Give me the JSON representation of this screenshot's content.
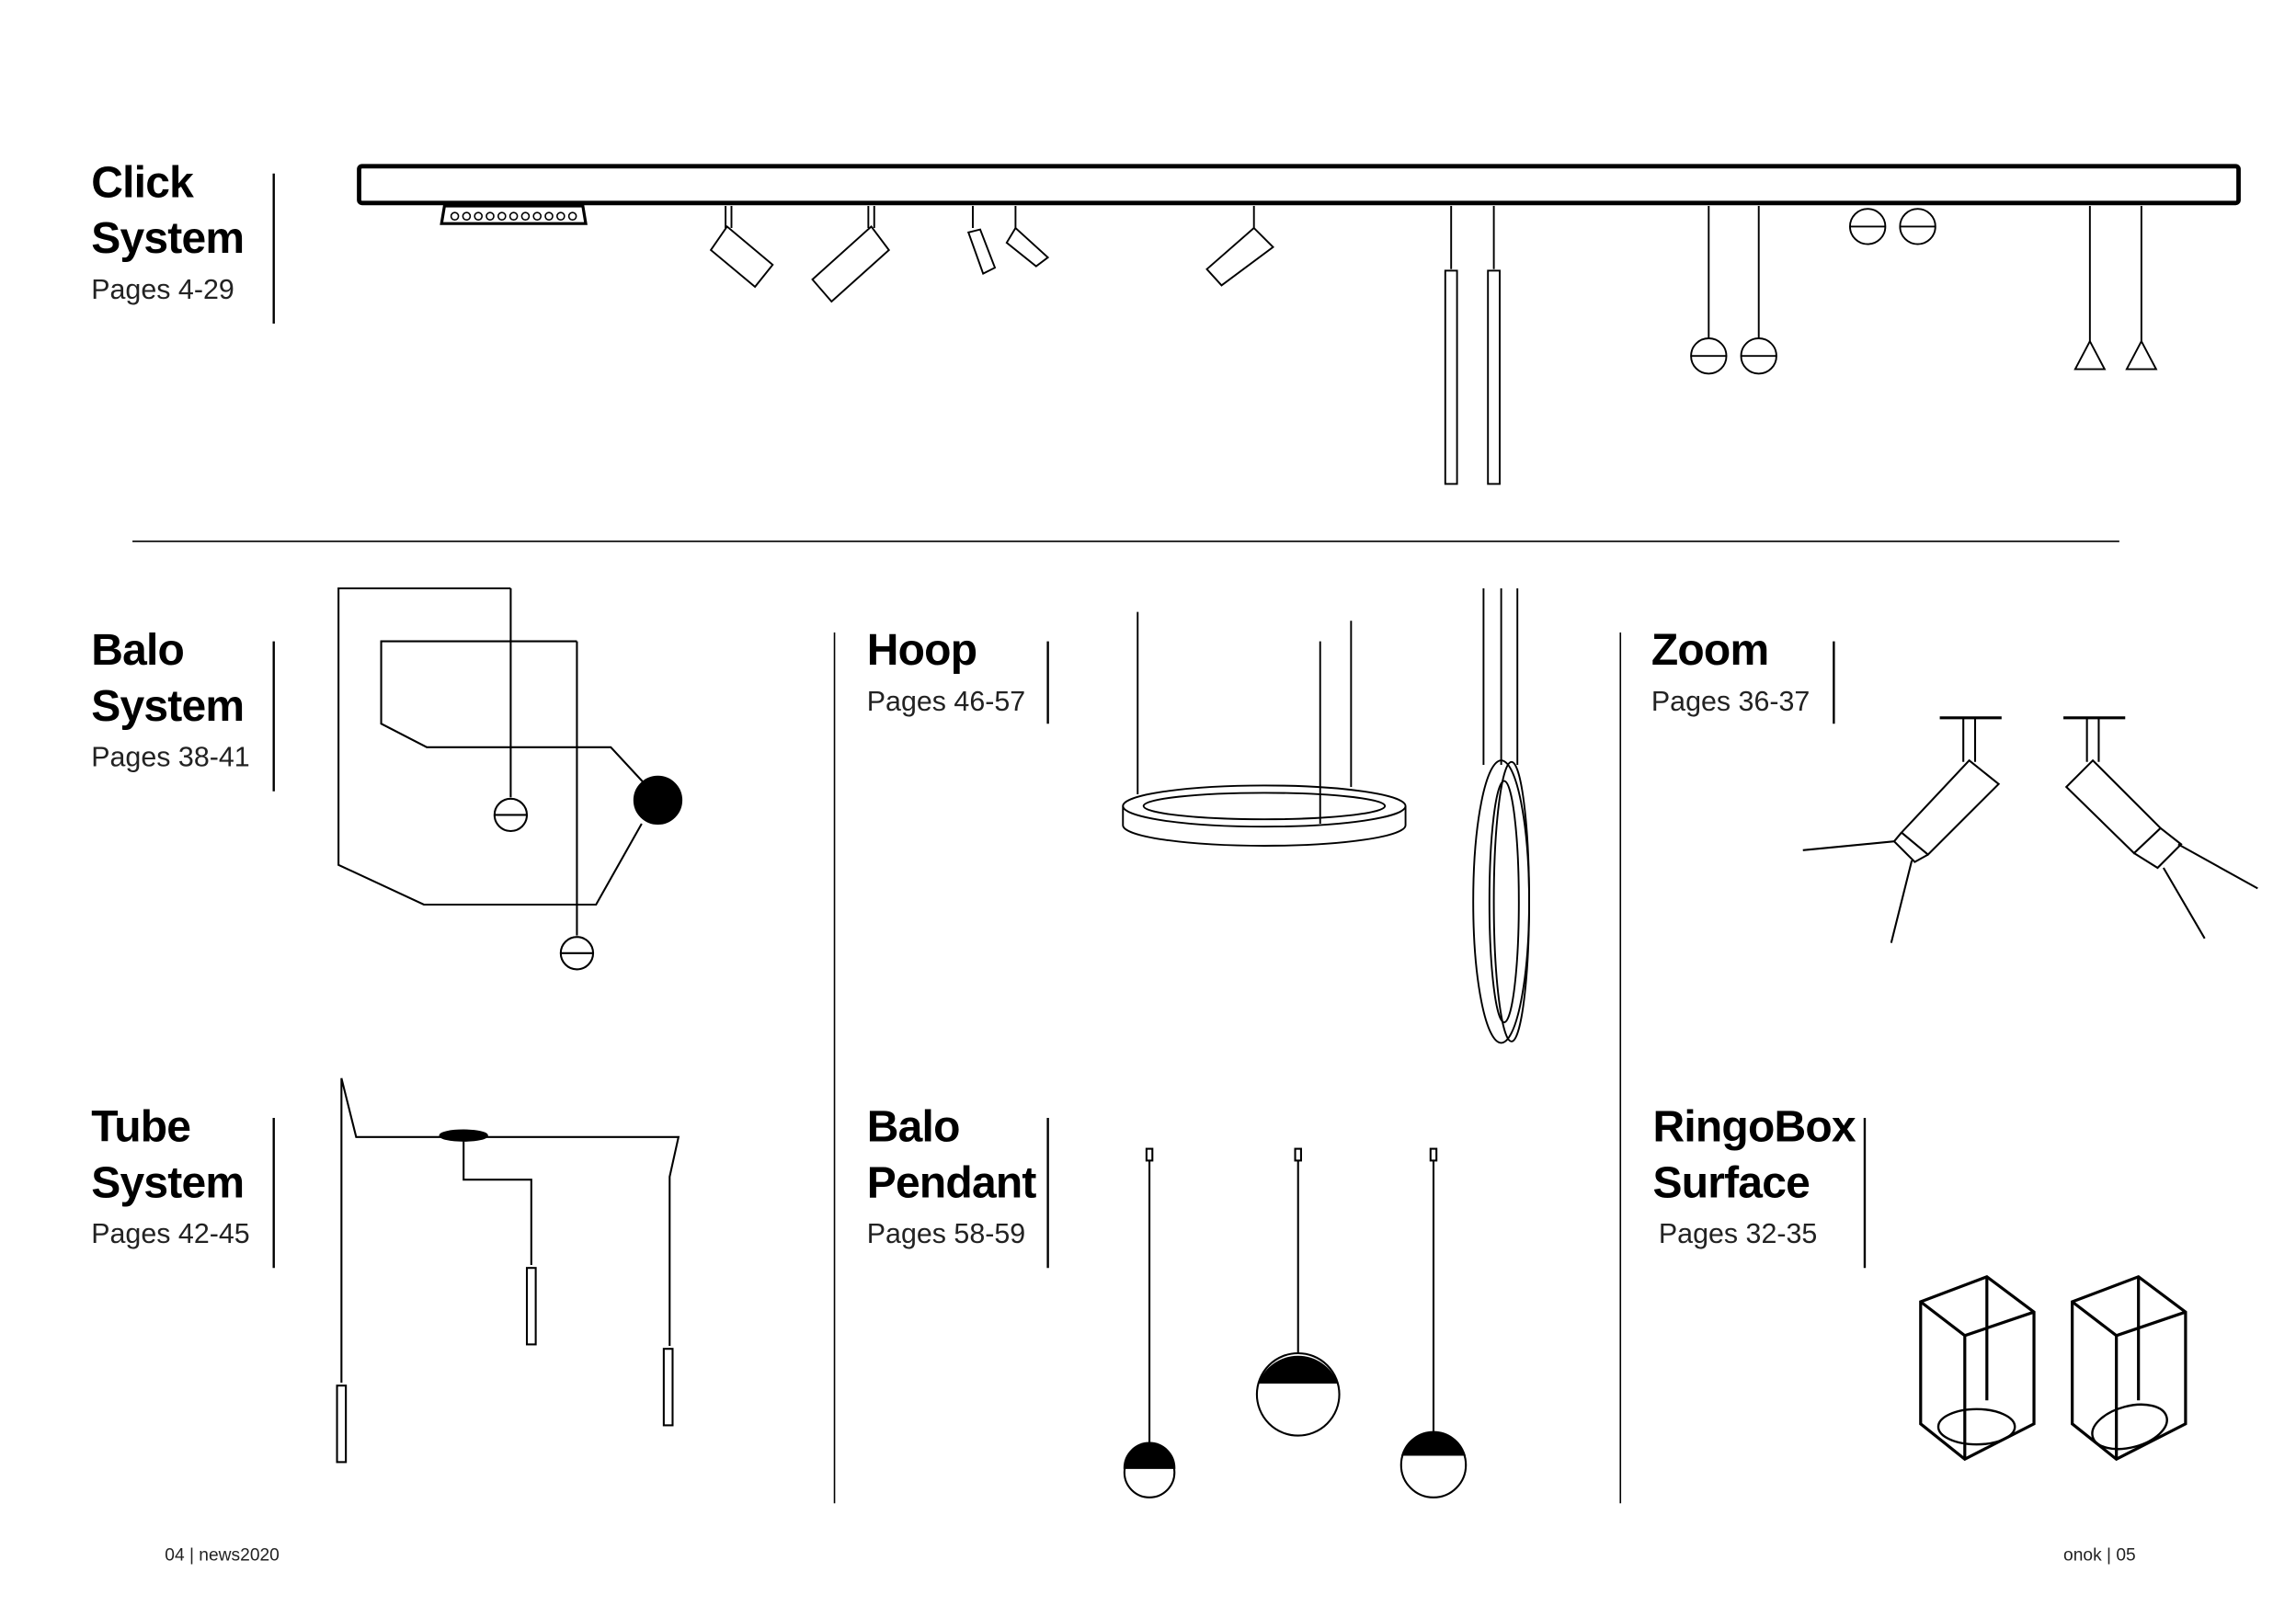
{
  "sections": [
    {
      "title_line1": "Click",
      "title_line2": "System",
      "pages": "Pages 4-29"
    },
    {
      "title_line1": "Balo",
      "title_line2": "System",
      "pages": "Pages 38-41"
    },
    {
      "title_line1": "Hoop",
      "title_line2": "",
      "pages": "Pages 46-57"
    },
    {
      "title_line1": "Zoom",
      "title_line2": "",
      "pages": "Pages 36-37"
    },
    {
      "title_line1": "Tube",
      "title_line2": "System",
      "pages": "Pages 42-45"
    },
    {
      "title_line1": "Balo",
      "title_line2": "Pendant",
      "pages": "Pages 58-59"
    },
    {
      "title_line1": "RingoBox",
      "title_line2": "Surface",
      "pages": "Pages 32-35"
    }
  ],
  "footer": {
    "left": "04 | news2020",
    "right": "onok | 05"
  }
}
